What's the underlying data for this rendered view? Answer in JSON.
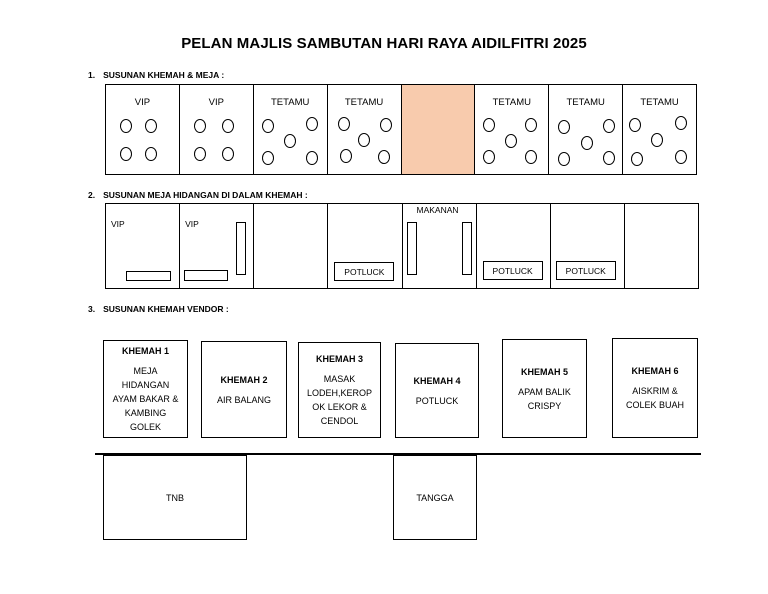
{
  "title": "PELAN MAJLIS SAMBUTAN HARI RAYA AIDILFITRI 2025",
  "sections": [
    {
      "num": "1.",
      "label": "SUSUNAN KHEMAH & MEJA :"
    },
    {
      "num": "2.",
      "label": "SUSUNAN MEJA HIDANGAN DI DALAM KHEMAH :"
    },
    {
      "num": "3.",
      "label": "SUSUNAN KHEMAH VENDOR :"
    }
  ],
  "tents": [
    "VIP",
    "VIP",
    "TETAMU",
    "TETAMU",
    "",
    "TETAMU",
    "TETAMU",
    "TETAMU"
  ],
  "colors": {
    "empty_tent": "#f8cbad"
  },
  "serving": {
    "vip1": "VIP",
    "vip2": "VIP",
    "potluck": "POTLUCK",
    "makanan": "MAKANAN"
  },
  "vendors": [
    {
      "name": "KHEMAH 1",
      "desc": "MEJA\nHIDANGAN\nAYAM BAKAR &\nKAMBING\nGOLEK"
    },
    {
      "name": "KHEMAH 2",
      "desc": "AIR BALANG"
    },
    {
      "name": "KHEMAH 3",
      "desc": "MASAK\nLODEH,KEROP\nOK LEKOR &\nCENDOL"
    },
    {
      "name": "KHEMAH 4",
      "desc": "POTLUCK"
    },
    {
      "name": "KHEMAH 5",
      "desc": "APAM BALIK\nCRISPY"
    },
    {
      "name": "KHEMAH 6",
      "desc": "AISKRIM &\nCOLEK BUAH"
    }
  ],
  "bottom": {
    "tnb": "TNB",
    "tangga": "TANGGA"
  }
}
